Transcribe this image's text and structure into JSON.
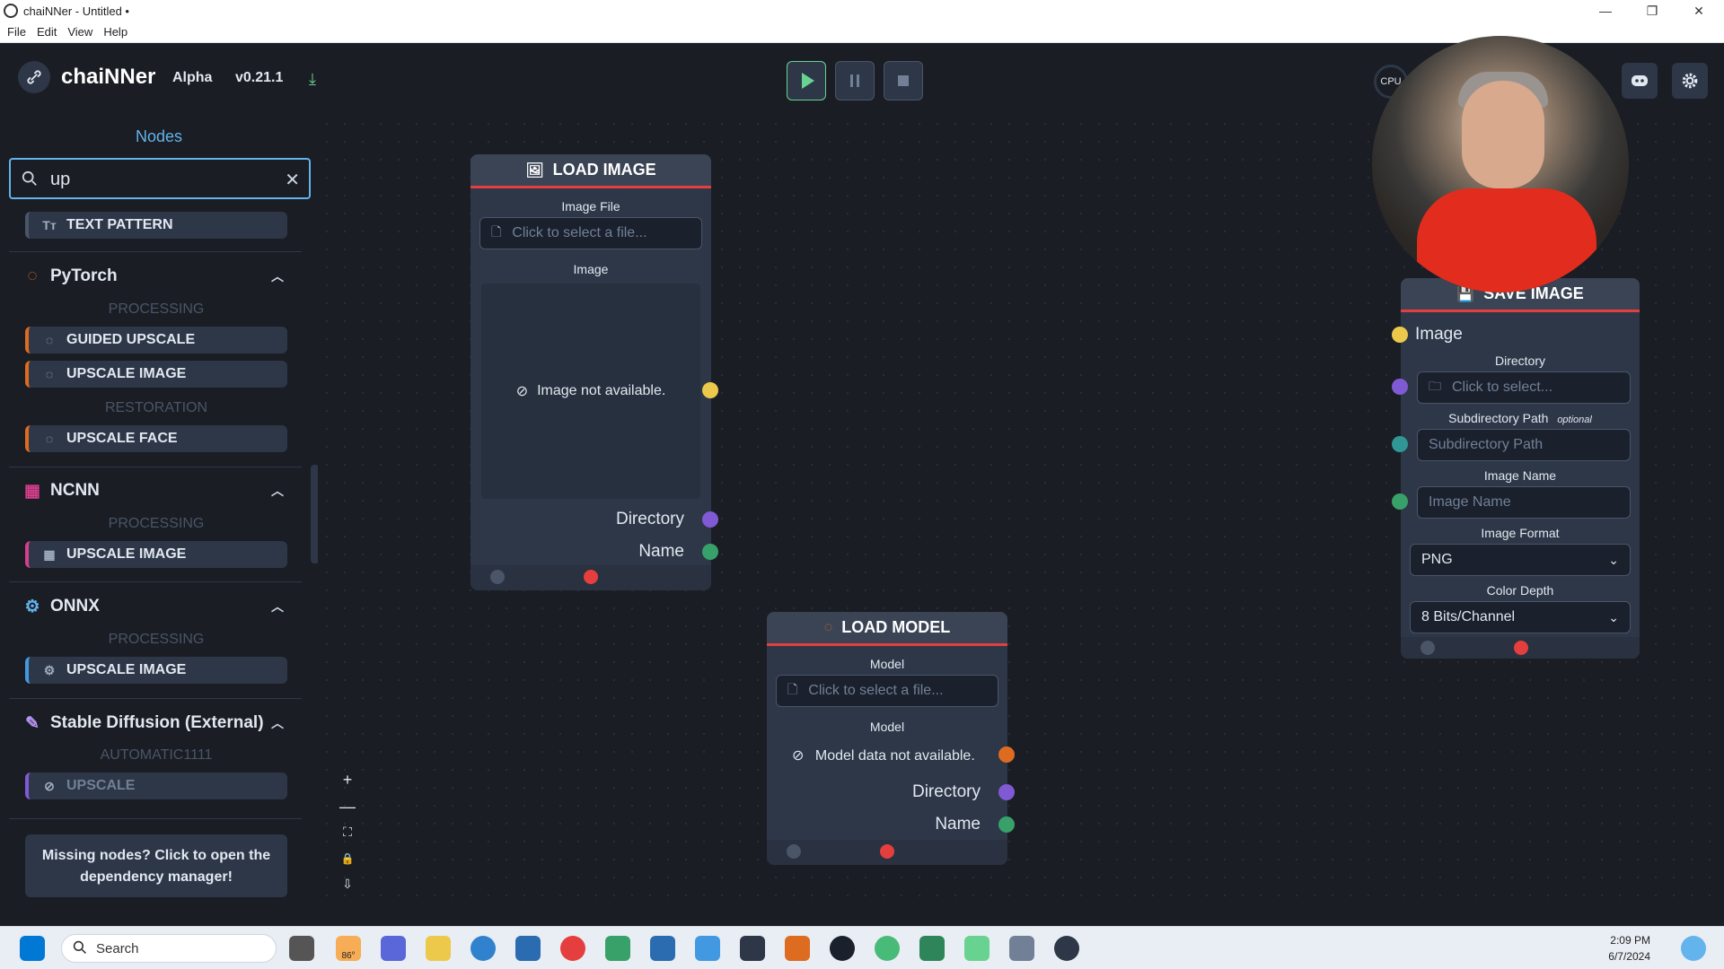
{
  "window": {
    "title": "chaiNNer - Untitled •",
    "minimize": "—",
    "restore": "❐",
    "close": "✕"
  },
  "menu": [
    "File",
    "Edit",
    "View",
    "Help"
  ],
  "header": {
    "brand": "chaiNNer",
    "channel": "Alpha",
    "version": "v0.21.1",
    "cpu_label": "CPU"
  },
  "sidebar": {
    "tab_title": "Nodes",
    "search": {
      "value": "up",
      "placeholder": ""
    },
    "items": {
      "text_pattern": "TEXT PATTERN",
      "pytorch": {
        "title": "PyTorch",
        "processing": "PROCESSING",
        "guided_upscale": "GUIDED UPSCALE",
        "upscale_image": "UPSCALE IMAGE",
        "restoration": "RESTORATION",
        "upscale_face": "UPSCALE FACE"
      },
      "ncnn": {
        "title": "NCNN",
        "processing": "PROCESSING",
        "upscale_image": "UPSCALE IMAGE"
      },
      "onnx": {
        "title": "ONNX",
        "processing": "PROCESSING",
        "upscale_image": "UPSCALE IMAGE"
      },
      "stable_diffusion": {
        "title": "Stable Diffusion (External)",
        "automatic": "AUTOMATIC1111",
        "upscale": "UPSCALE"
      }
    },
    "dependency_message": "Missing nodes? Click to open the dependency manager!"
  },
  "canvas": {
    "zoom": {
      "in": "+",
      "out": "—",
      "fit": "⛶",
      "lock": "🔒",
      "export": "⇩"
    },
    "load_image": {
      "title": "LOAD IMAGE",
      "image_file_label": "Image File",
      "file_placeholder": "Click to select a file...",
      "image_label": "Image",
      "preview_text": "Image not available.",
      "out_directory": "Directory",
      "out_name": "Name"
    },
    "load_model": {
      "title": "LOAD MODEL",
      "model_label": "Model",
      "file_placeholder": "Click to select a file...",
      "model_out_label": "Model",
      "preview_text": "Model data not available.",
      "out_directory": "Directory",
      "out_name": "Name"
    },
    "save_image": {
      "title": "SAVE IMAGE",
      "in_image": "Image",
      "directory_label": "Directory",
      "directory_placeholder": "Click to select...",
      "subdir_label": "Subdirectory Path",
      "subdir_optional": "optional",
      "subdir_placeholder": "Subdirectory Path",
      "image_name_label": "Image Name",
      "image_name_placeholder": "Image Name",
      "format_label": "Image Format",
      "format_value": "PNG",
      "depth_label": "Color Depth",
      "depth_value": "8 Bits/Channel"
    }
  },
  "colors": {
    "accent_blue": "#63b3ed",
    "port_image": "#ecc94b",
    "port_directory": "#805ad5",
    "port_name": "#38a169",
    "port_model": "#dd6b20",
    "port_subdir": "#319795",
    "error_red": "#e53e3e"
  },
  "taskbar": {
    "search_label": "Search",
    "weather": "86°",
    "time": "2:09 PM",
    "date": "6/7/2024"
  }
}
